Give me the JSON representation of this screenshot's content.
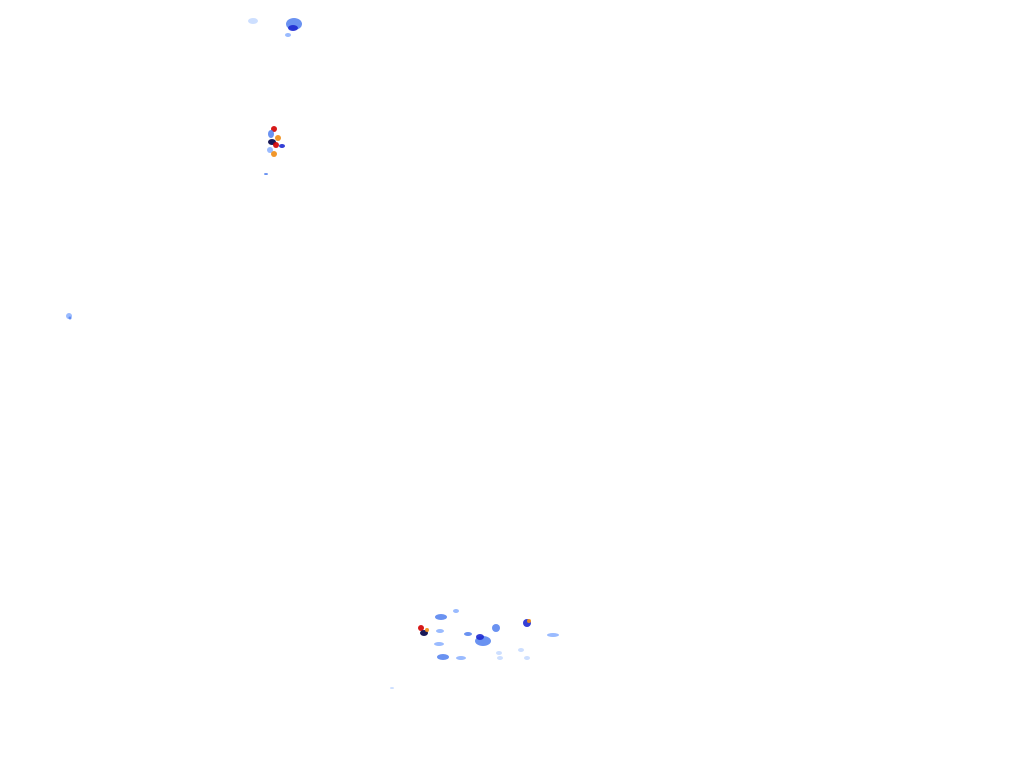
{
  "map": {
    "kind": "radar-precipitation-overlay",
    "background_color": "#ffffff",
    "intensity_palette": {
      "very_light": "#c8dcff",
      "light": "#8fb4ff",
      "moderate": "#5a86f0",
      "medium": "#3c50e6",
      "heavy": "#1e2ad2",
      "very_heavy": "#000046",
      "intense": "#d20000",
      "extreme": "#f08c14"
    },
    "echo_clusters": [
      {
        "name": "top-cluster",
        "intensity": "medium"
      },
      {
        "name": "upper-left-cell",
        "intensity": "extreme"
      },
      {
        "name": "left-small-cell",
        "intensity": "light"
      },
      {
        "name": "bottom-cluster",
        "intensity": "extreme"
      }
    ]
  }
}
